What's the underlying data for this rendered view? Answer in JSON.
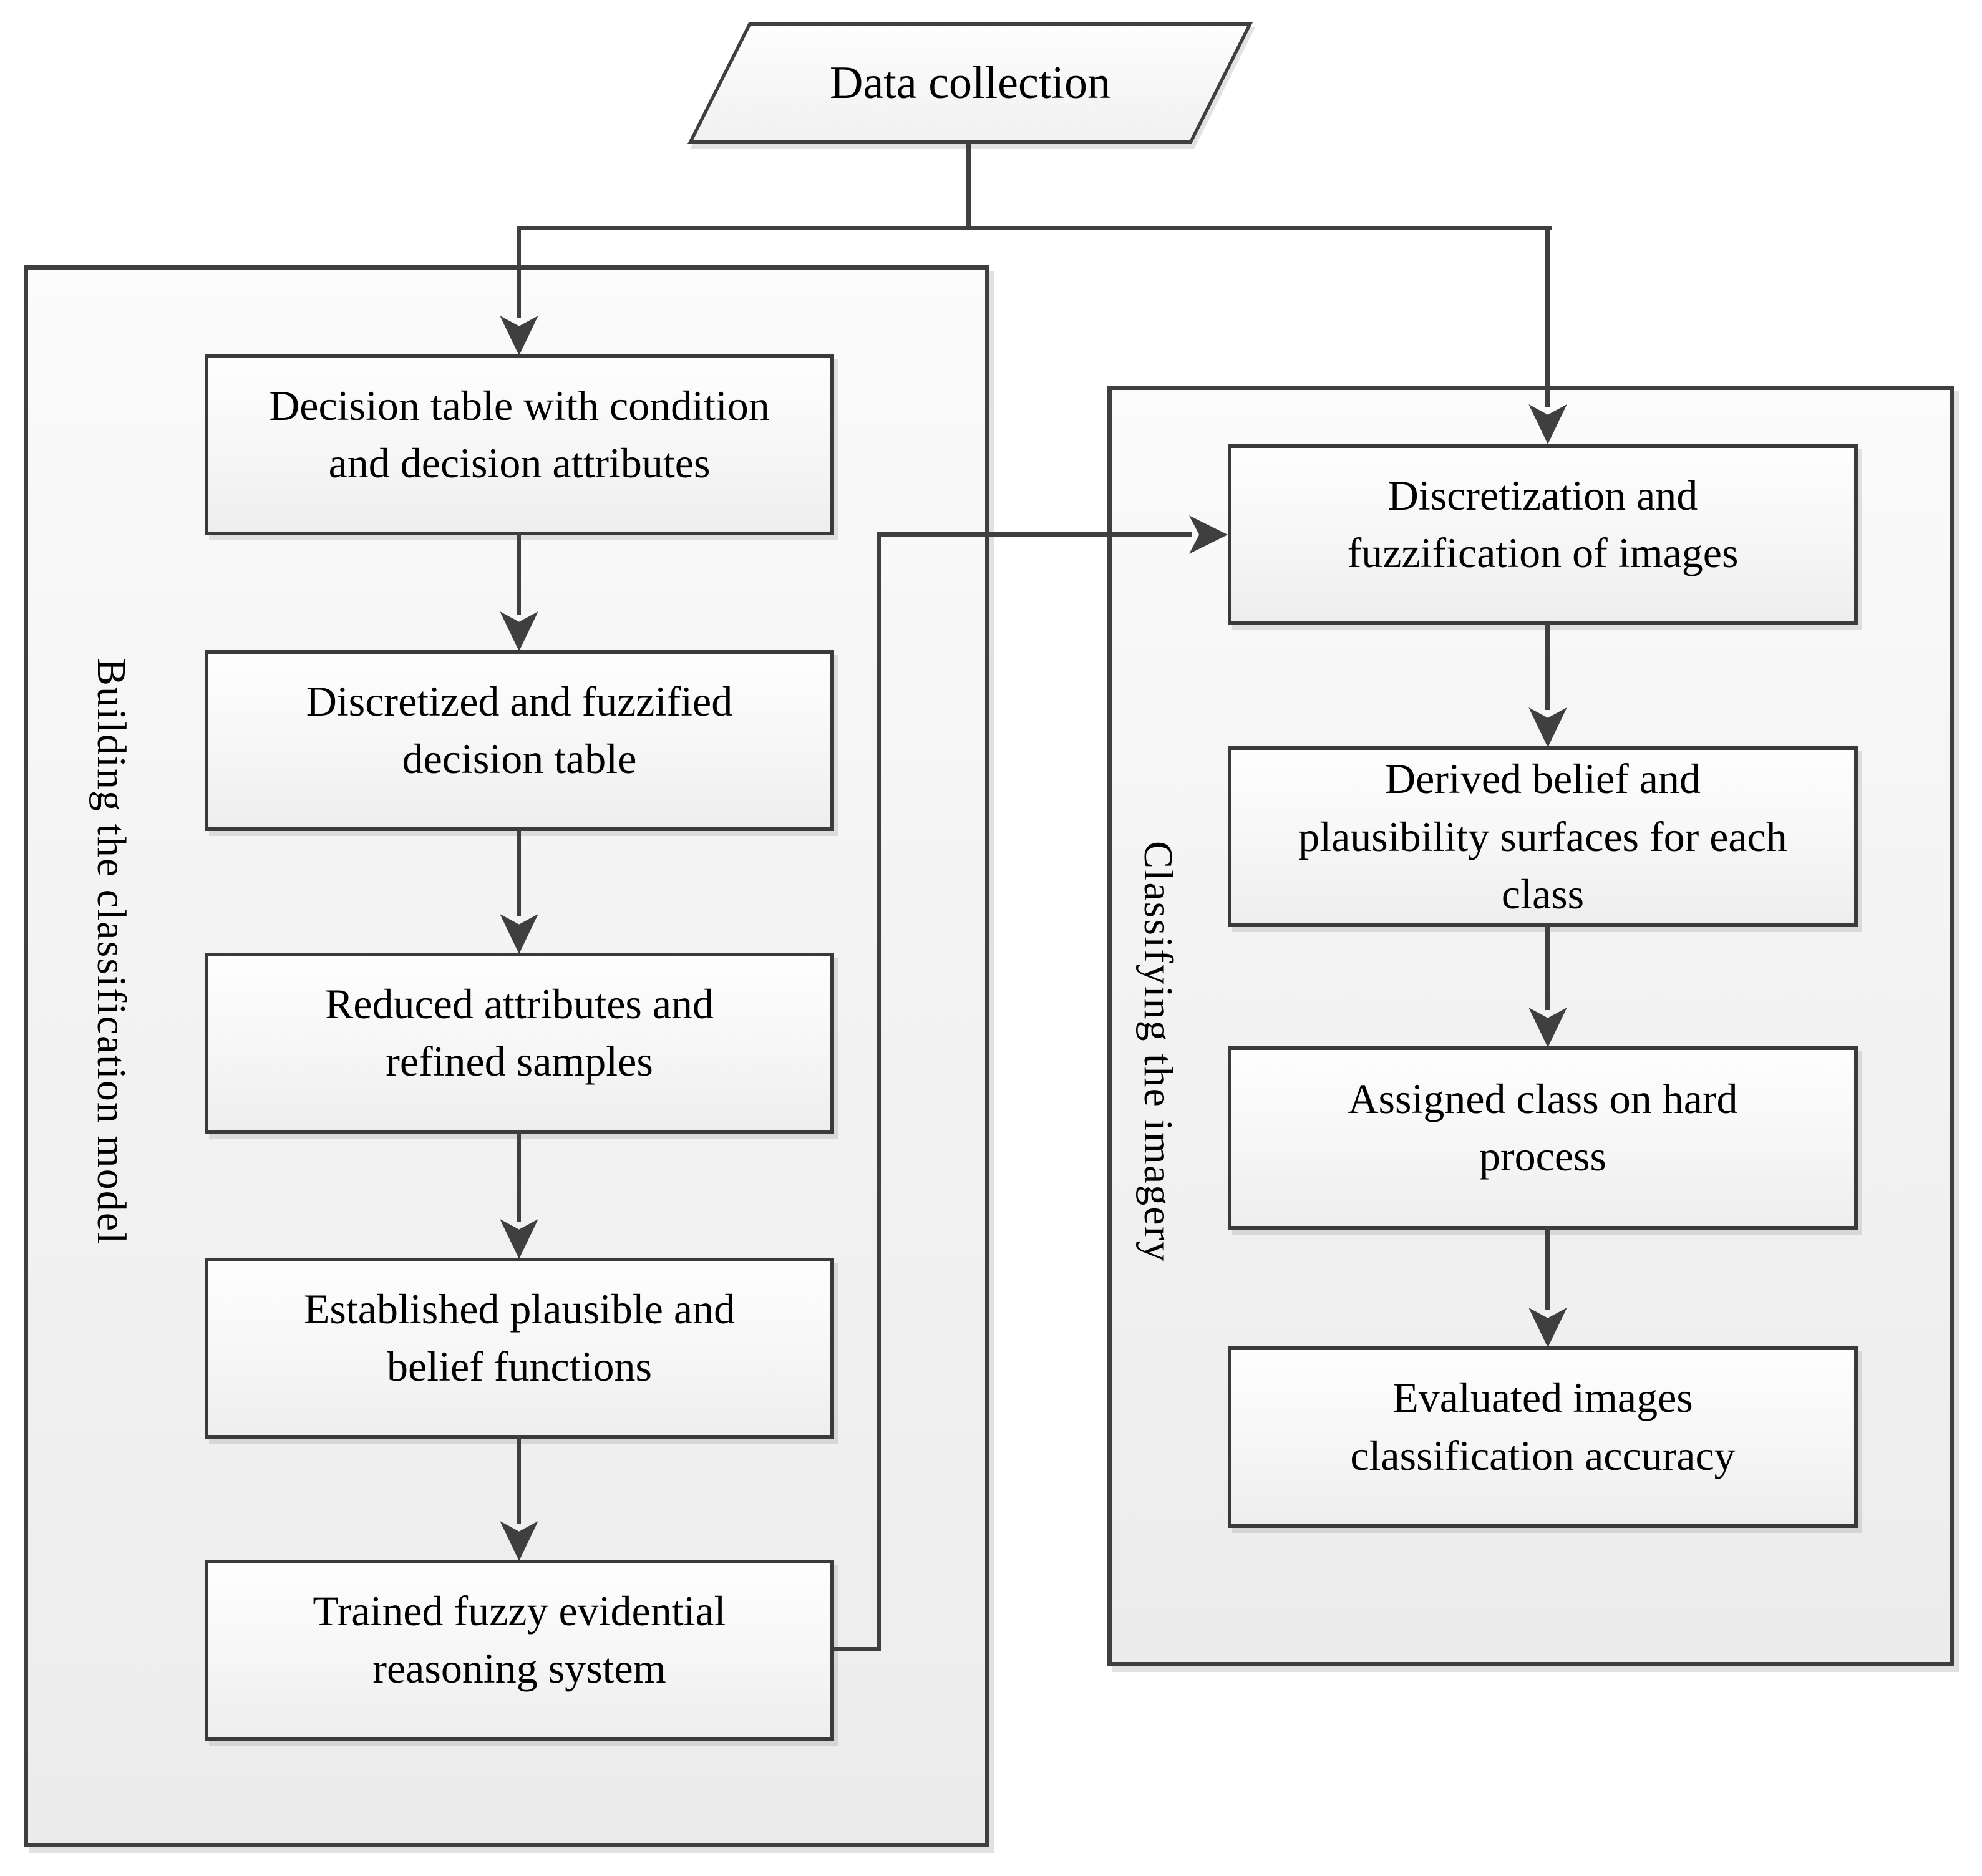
{
  "figure": {
    "start": {
      "label": "Data collection"
    },
    "left_group": {
      "label": "Building the classification model",
      "steps": [
        {
          "lines": [
            "Decision table with condition",
            "and decision attributes"
          ]
        },
        {
          "lines": [
            "Discretized and fuzzified",
            "decision table"
          ]
        },
        {
          "lines": [
            "Reduced attributes and",
            "refined samples"
          ]
        },
        {
          "lines": [
            "Established plausible and",
            "belief functions"
          ]
        },
        {
          "lines": [
            "Trained fuzzy evidential",
            "reasoning system"
          ]
        }
      ]
    },
    "right_group": {
      "label": "Classifying the imagery",
      "steps": [
        {
          "lines": [
            "Discretization and",
            "fuzzification of images"
          ]
        },
        {
          "lines": [
            "Derived belief and",
            "plausibility surfaces for each",
            "class"
          ]
        },
        {
          "lines": [
            "Assigned class on hard",
            "process"
          ]
        },
        {
          "lines": [
            "Evaluated images",
            "classification accuracy"
          ]
        }
      ]
    },
    "colors": {
      "line": "#3f3f3f",
      "box_border": "#3a3a3a",
      "fill_light": "#fbfbfb",
      "fill_shade": "#ececec",
      "text": "#000000"
    }
  }
}
